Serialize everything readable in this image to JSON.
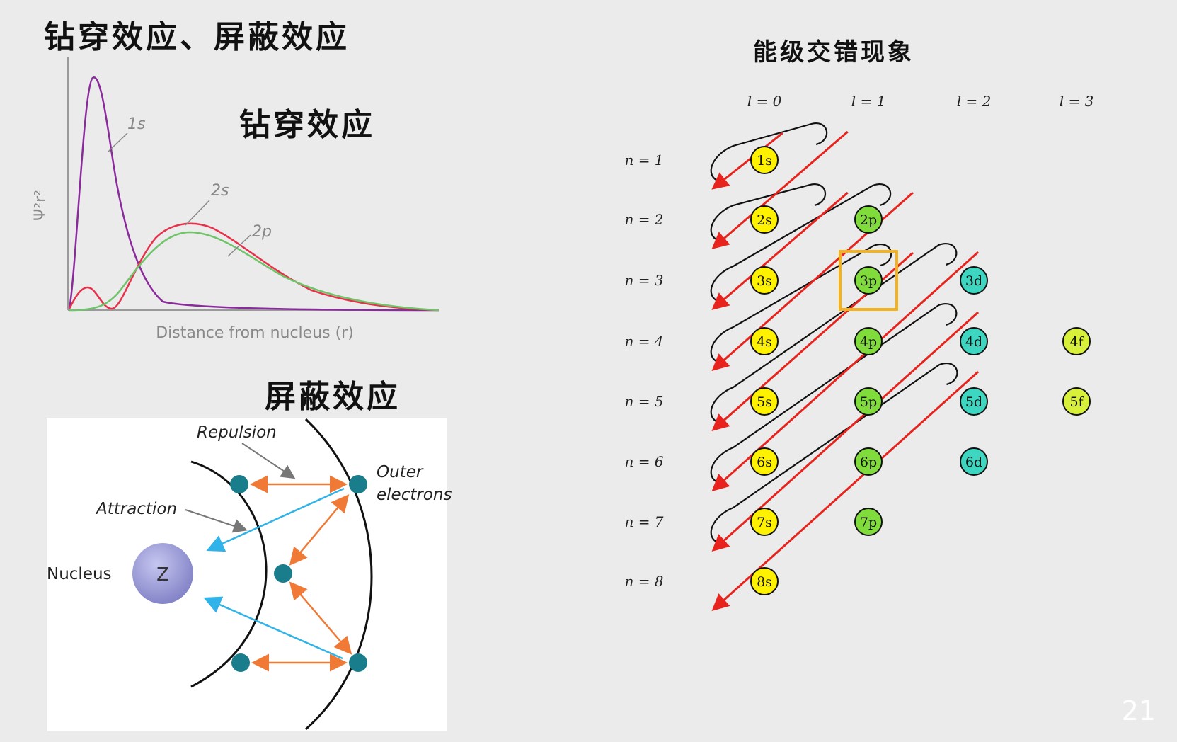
{
  "titles": {
    "main": "钻穿效应、屏蔽效应",
    "penetration": "钻穿效应",
    "shielding": "屏蔽效应",
    "energy_levels": "能级交错现象"
  },
  "radial_plot": {
    "ylabel": "Ψ²r²",
    "xlabel": "Distance from nucleus (r)",
    "curve_labels": {
      "s1": "1s",
      "s2": "2s",
      "p2": "2p"
    },
    "colors": {
      "s1": "#8b2a9c",
      "s2": "#e8304a",
      "p2": "#6fc46a"
    }
  },
  "shielding_diagram": {
    "labels": {
      "repulsion": "Repulsion",
      "attraction": "Attraction",
      "outer": "Outer",
      "electrons": "electrons",
      "nucleus": "Nucleus",
      "z": "Z"
    },
    "colors": {
      "repulsion_arrow": "#f07a35",
      "attraction_arrow": "#2fb3e8",
      "electron": "#1a7d8c",
      "nucleus": "#9a9ad8"
    }
  },
  "level_diagram": {
    "l_headers": [
      "l = 0",
      "l = 1",
      "l = 2",
      "l = 3"
    ],
    "n_labels": [
      "n = 1",
      "n = 2",
      "n = 3",
      "n = 4",
      "n = 5",
      "n = 6",
      "n = 7",
      "n = 8"
    ],
    "orbitals": [
      [
        "1s"
      ],
      [
        "2s",
        "2p"
      ],
      [
        "3s",
        "3p",
        "3d"
      ],
      [
        "4s",
        "4p",
        "4d",
        "4f"
      ],
      [
        "5s",
        "5p",
        "5d",
        "5f"
      ],
      [
        "6s",
        "6p",
        "6d"
      ],
      [
        "7s",
        "7p"
      ],
      [
        "8s"
      ]
    ],
    "highlighted": "3p",
    "colors": {
      "s": "#fff200",
      "p": "#7fdc3a",
      "d": "#3dd6c0",
      "f": "#d8f03a",
      "arrow": "#e8221c",
      "highlight": "#f5b21a"
    }
  },
  "page_number": "21"
}
